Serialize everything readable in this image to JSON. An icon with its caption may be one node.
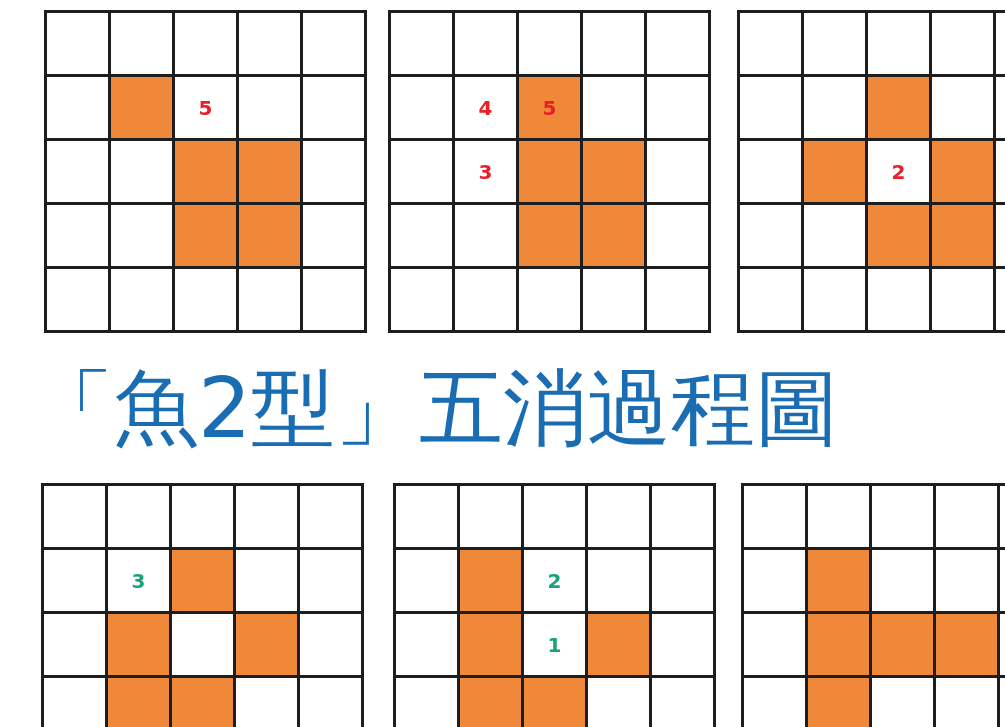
{
  "diagram": {
    "title": "「魚2型」五消過程圖",
    "labels": [
      "5",
      "4",
      "5",
      "3",
      "2",
      "3",
      "2",
      "1"
    ]
  }
}
